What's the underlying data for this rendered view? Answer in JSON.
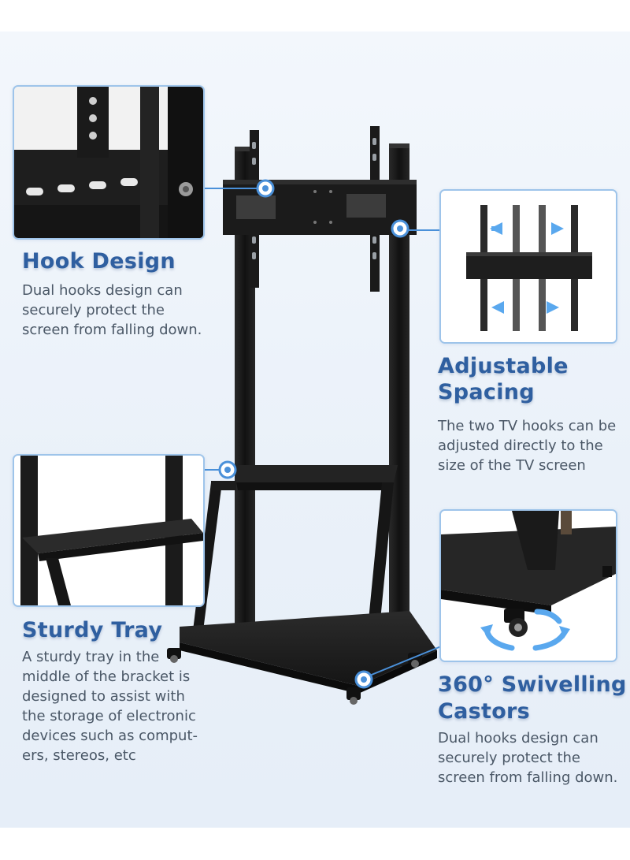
{
  "features": {
    "hook": {
      "title": "Hook Design",
      "desc": "Dual hooks design can\nsecurely protect the\nscreen from falling down."
    },
    "spacing": {
      "title_line1": "Adjustable",
      "title_line2": "Spacing",
      "desc": "The two TV hooks can be\nadjusted directly to the\nsize of the TV screen"
    },
    "tray": {
      "title": "Sturdy Tray",
      "desc": "A sturdy tray in the\nmiddle of the bracket is\ndesigned to assist with\nthe storage of electronic\ndevices such as comput-\ners, stereos, etc"
    },
    "castors": {
      "title_line1": "360° Swivelling",
      "title_line2": "Castors",
      "desc": "Dual hooks design can\nsecurely protect the\nscreen from falling down."
    }
  },
  "colors": {
    "accent_blue": "#2f5fa0",
    "callout_blue": "#4a90d9",
    "frame_black": "#1c1c1c"
  }
}
